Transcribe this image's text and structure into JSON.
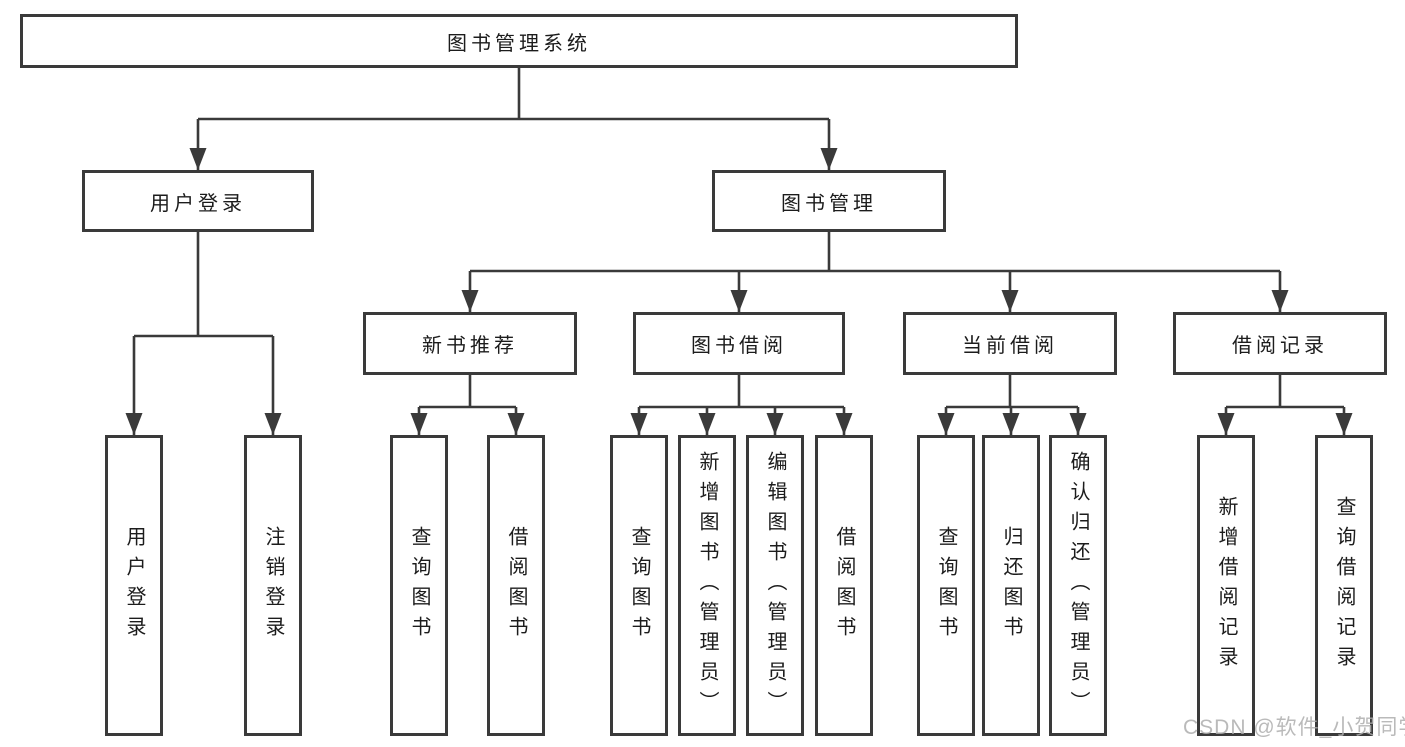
{
  "diagram": {
    "root": {
      "label": "图书管理系统"
    },
    "level2": {
      "user_login": {
        "label": "用户登录"
      },
      "book_management": {
        "label": "图书管理"
      }
    },
    "level3": {
      "new_book_recommend": {
        "label": "新书推荐"
      },
      "book_borrowing": {
        "label": "图书借阅"
      },
      "current_borrowing": {
        "label": "当前借阅"
      },
      "borrowing_records": {
        "label": "借阅记录"
      }
    },
    "level4": {
      "login": {
        "label": "用户登录"
      },
      "logout": {
        "label": "注销登录"
      },
      "recommend_query_books": {
        "label": "查询图书"
      },
      "recommend_borrow_books": {
        "label": "借阅图书"
      },
      "borrow_query_books": {
        "label": "查询图书"
      },
      "borrow_add_books": {
        "label": "新增图书（管理员）"
      },
      "borrow_edit_books": {
        "label": "编辑图书（管理员）"
      },
      "borrow_borrow_books": {
        "label": "借阅图书"
      },
      "current_query_books": {
        "label": "查询图书"
      },
      "current_return_books": {
        "label": "归还图书"
      },
      "current_confirm_return": {
        "label": "确认归还（管理员）"
      },
      "records_add_record": {
        "label": "新增借阅记录"
      },
      "records_query_record": {
        "label": "查询借阅记录"
      }
    }
  },
  "watermark": {
    "text": "CSDN @软件_小贺同学"
  },
  "colors": {
    "line": "#3a3a3a",
    "text": "#1c1c1c",
    "box_fill": "#ffffff",
    "watermark": "#aeaeae",
    "background": "#ffffff"
  }
}
